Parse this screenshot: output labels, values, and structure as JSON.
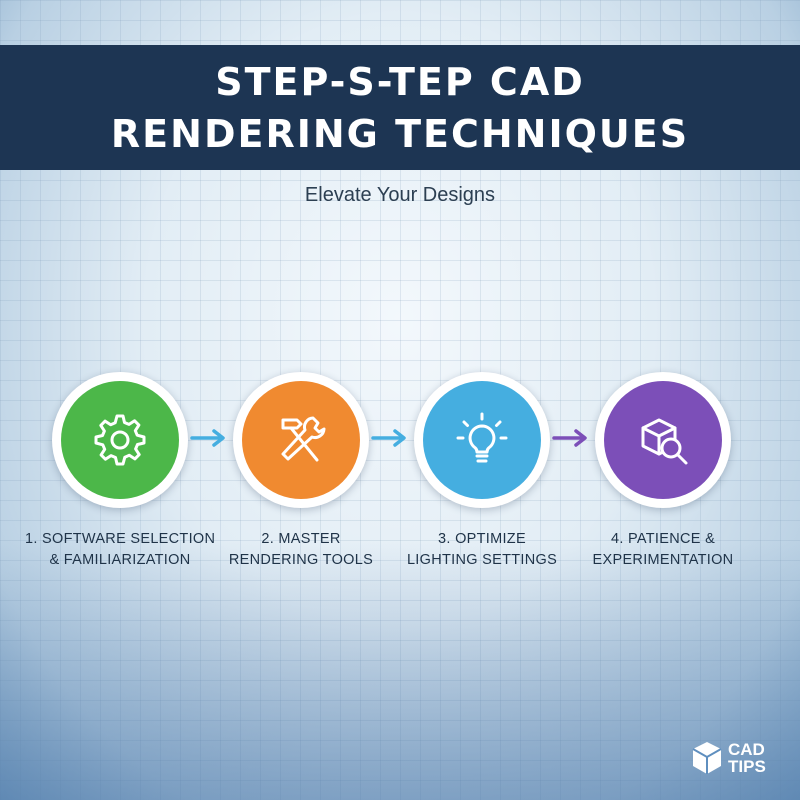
{
  "header": {
    "title_line1": "STEP-S-TEP CAD",
    "title_line2": "RENDERING TECHNIQUES",
    "subtitle": "Elevate Your Designs"
  },
  "steps": [
    {
      "line1": "1. SOFTWARE SELECTION",
      "line2": "& FAMILIARIZATION",
      "icon": "gear-icon",
      "color": "#4cb749"
    },
    {
      "line1": "2. MASTER",
      "line2": "RENDERING TOOLS",
      "icon": "hammer-wrench-icon",
      "color": "#f08a30"
    },
    {
      "line1": "3. OPTIMIZE",
      "line2": "LIGHTING SETTINGS",
      "icon": "lightbulb-icon",
      "color": "#45aee0"
    },
    {
      "line1": "4. PATIENCE &",
      "line2": "EXPERIMENTATION",
      "icon": "cube-magnifier-icon",
      "color": "#7c4fb8"
    }
  ],
  "arrow_colors": [
    "#45aee0",
    "#45aee0",
    "#7c4fb8"
  ],
  "logo": {
    "line1": "CAD",
    "line2": "TIPS",
    "icon": "cube-logo-icon"
  },
  "colors": {
    "banner": "#1d3553",
    "text": "#1f3348"
  }
}
